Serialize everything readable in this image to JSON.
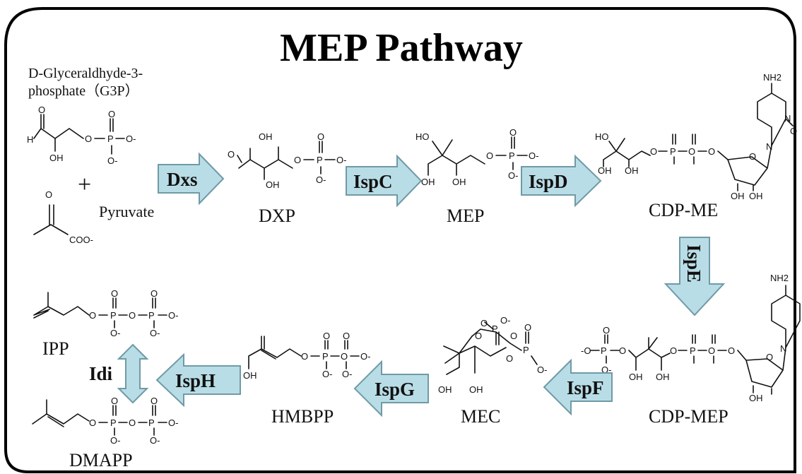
{
  "title": "MEP Pathway",
  "compounds": {
    "g3p_line1": "D-Glyceraldhyde-3-",
    "g3p_line2": "phosphate（G3P）",
    "plus": "+",
    "pyruvate": "Pyruvate",
    "dxp": "DXP",
    "mep": "MEP",
    "cdp_me": "CDP-ME",
    "cdp_mep": "CDP-MEP",
    "mec": "MEC",
    "hmbpp": "HMBPP",
    "ipp": "IPP",
    "dmapp": "DMAPP"
  },
  "enzymes": {
    "dxs": "Dxs",
    "ispc": "IspC",
    "ispd": "IspD",
    "ispe": "IspE",
    "ispf": "IspF",
    "ispg": "IspG",
    "isph": "IspH",
    "idi": "Idi"
  },
  "atoms": {
    "O": "O",
    "H": "H",
    "OH": "OH",
    "HO": "HO",
    "P": "P",
    "Ominus": "O-",
    "Pminus": "-O",
    "COO": "COO-",
    "NH2": "NH2",
    "N": "N"
  },
  "colors": {
    "arrow_fill": "#b9dde6",
    "arrow_stroke": "#6f9aa6",
    "border": "#000000"
  }
}
